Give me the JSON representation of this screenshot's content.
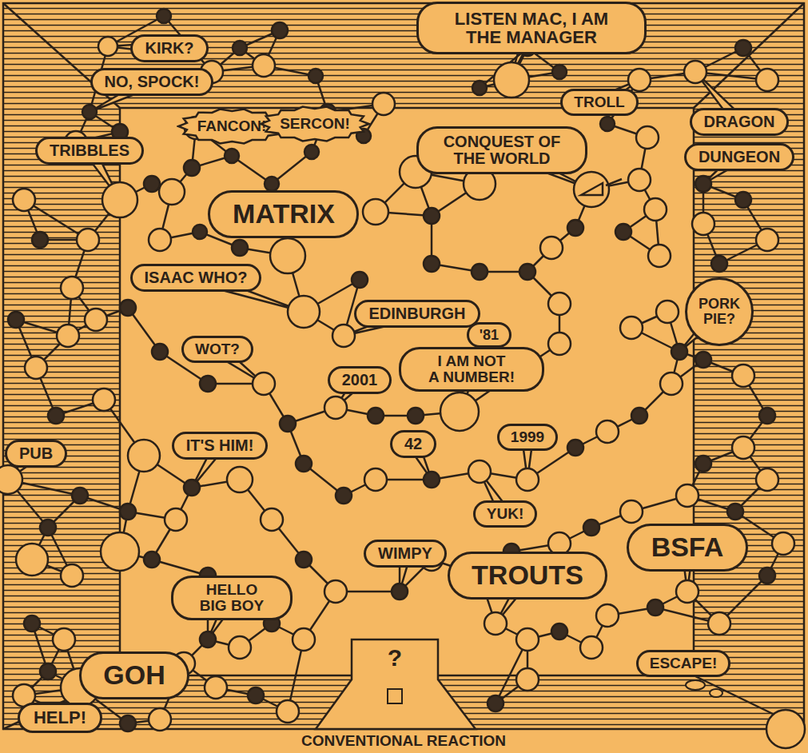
{
  "diagram": {
    "caption": "CONVENTIONAL REACTION",
    "nodes": [
      {
        "text": [
          "LISTEN MAC, I AM THE MANAGER"
        ]
      },
      {
        "text": [
          "KIRK?"
        ]
      },
      {
        "text": [
          "NO, SPOCK!"
        ]
      },
      {
        "text": [
          "TROLL"
        ]
      },
      {
        "text": [
          "DRAGON"
        ]
      },
      {
        "text": [
          "FANCON!"
        ]
      },
      {
        "text": [
          "SERCON!"
        ]
      },
      {
        "text": [
          "TRIBBLES"
        ]
      },
      {
        "text": [
          "CONQUEST OF THE WORLD"
        ]
      },
      {
        "text": [
          "DUNGEON"
        ]
      },
      {
        "text": [
          "MATRIX"
        ]
      },
      {
        "text": [
          "ISAAC WHO?"
        ]
      },
      {
        "text": [
          "PORK PIE?"
        ]
      },
      {
        "text": [
          "EDINBURGH"
        ]
      },
      {
        "text": [
          "'81"
        ]
      },
      {
        "text": [
          "WOT?"
        ]
      },
      {
        "text": [
          "2001"
        ]
      },
      {
        "text": [
          "I AM NOT A NUMBER!"
        ]
      },
      {
        "text": [
          "PUB"
        ]
      },
      {
        "text": [
          "IT'S HIM!"
        ]
      },
      {
        "text": [
          "42"
        ]
      },
      {
        "text": [
          "1999"
        ]
      },
      {
        "text": [
          "YUK!"
        ]
      },
      {
        "text": [
          "WIMPY"
        ]
      },
      {
        "text": [
          "BSFA"
        ]
      },
      {
        "text": [
          "TROUTS"
        ]
      },
      {
        "text": [
          "HELLO BIG BOY"
        ]
      },
      {
        "text": [
          "GOH"
        ]
      },
      {
        "text": [
          "ESCAPE!"
        ]
      },
      {
        "text": [
          "HELP!"
        ]
      }
    ],
    "labels": [
      "?"
    ]
  }
}
